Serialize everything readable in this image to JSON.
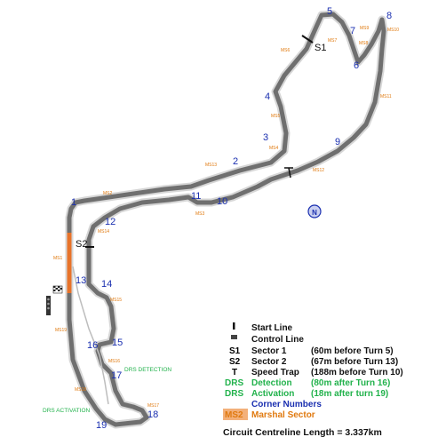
{
  "turns": [
    "1",
    "2",
    "3",
    "4",
    "5",
    "6",
    "7",
    "8",
    "9",
    "10",
    "11",
    "12",
    "13",
    "14",
    "15",
    "16",
    "17",
    "18",
    "19"
  ],
  "marshal_sectors": [
    "MS1",
    "MS2",
    "MS3",
    "MS4",
    "MS5",
    "MS6",
    "MS7",
    "MS8",
    "MS9",
    "MS10",
    "MS11",
    "MS12",
    "MS13",
    "MS14",
    "MS15",
    "MS16",
    "MS17",
    "MS18",
    "MS19"
  ],
  "sector_markers": {
    "s1": "S1",
    "s2": "S2"
  },
  "drs_notes": {
    "detection": "DRS DETECTION",
    "activation": "DRS ACTIVATION"
  },
  "compass": "N",
  "legend": [
    {
      "key": "",
      "text": "Start Line",
      "detail": "",
      "style": "plain"
    },
    {
      "key": "",
      "text": "Control Line",
      "detail": "",
      "style": "plain"
    },
    {
      "key": "S1",
      "text": "Sector 1",
      "detail": "(60m before Turn 5)",
      "style": "plain"
    },
    {
      "key": "S2",
      "text": "Sector 2",
      "detail": "(67m before Turn 13)",
      "style": "plain"
    },
    {
      "key": "T",
      "text": "Speed Trap",
      "detail": "(188m before Turn 10)",
      "style": "plain"
    },
    {
      "key": "DRS",
      "text": "Detection",
      "detail": "(80m after Turn 16)",
      "style": "green"
    },
    {
      "key": "DRS",
      "text": "Activation",
      "detail": "(18m after turn 19)",
      "style": "green"
    },
    {
      "key": "",
      "text": "Corner Numbers",
      "detail": "",
      "style": "blue"
    },
    {
      "key": "MS2",
      "text": "Marshal Sector",
      "detail": "",
      "style": "orange"
    }
  ],
  "footer": "Circuit Centreline Length = 3.337km",
  "colors": {
    "track": "#6f6f6f",
    "track_light": "#d6d6d6",
    "drs_zone": "#e8732a",
    "corner_numbers": "#1a2fb0",
    "marshal_sector": "#e07a10",
    "drs_text": "#22b24c"
  }
}
